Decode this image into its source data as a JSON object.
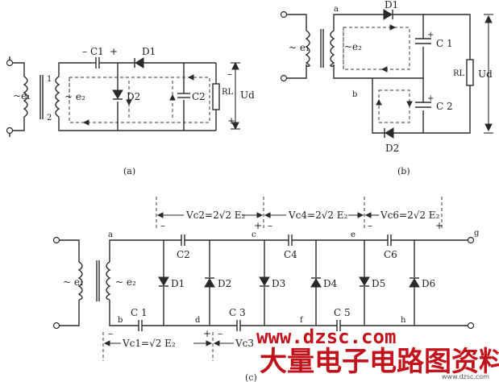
{
  "panels": {
    "a": {
      "caption": "(a)",
      "labels": {
        "e1": "~e₁",
        "e2": "~ e₂",
        "t1": "1",
        "t2": "2",
        "c1": "C1",
        "c1_minus": "–",
        "c1_plus": "+",
        "d1": "D1",
        "d2": "D2",
        "c2": "C2",
        "rl": "RL",
        "ud": "Ud",
        "ud_minus": "–",
        "ud_plus": "+"
      }
    },
    "b": {
      "caption": "(b)",
      "labels": {
        "e1": "~ e₁",
        "e2": "~e₂",
        "a": "a",
        "b": "b",
        "d1": "D1",
        "d2": "D2",
        "c1": "C 1",
        "c2": "C 2",
        "rl": "RL",
        "ud": "Ud",
        "plus1": "+",
        "plus2": "+"
      }
    },
    "c": {
      "caption": "(c)",
      "labels": {
        "e1": "~ e₁",
        "e2": "~ e₂",
        "a": "a",
        "b": "b",
        "c": "c",
        "d": "d",
        "e": "e",
        "f": "f",
        "g": "g",
        "h": "h",
        "c1": "C 1",
        "c2": "C2",
        "c3": "C 3",
        "c4": "C4",
        "c5": "C 5",
        "c6": "C6",
        "d1": "D1",
        "d2": "D2",
        "d3": "D3",
        "d4": "D4",
        "d5": "D5",
        "d6": "D6",
        "vc2": "Vc2=2√2 E₂",
        "vc4": "Vc4=2√2 E₂",
        "vc6": "Vc6=2√2 E₂",
        "vc1": "Vc1=√2 E₂",
        "vc3": "Vc3",
        "minus": "–",
        "plus": "+"
      }
    }
  },
  "watermark": {
    "site": "www.dzsc.com",
    "cn": "大量电子电路图资料",
    "small": "www.dzsc.com"
  },
  "colors": {
    "ink": "#2a2a2a",
    "watermark": "#c2131d"
  }
}
